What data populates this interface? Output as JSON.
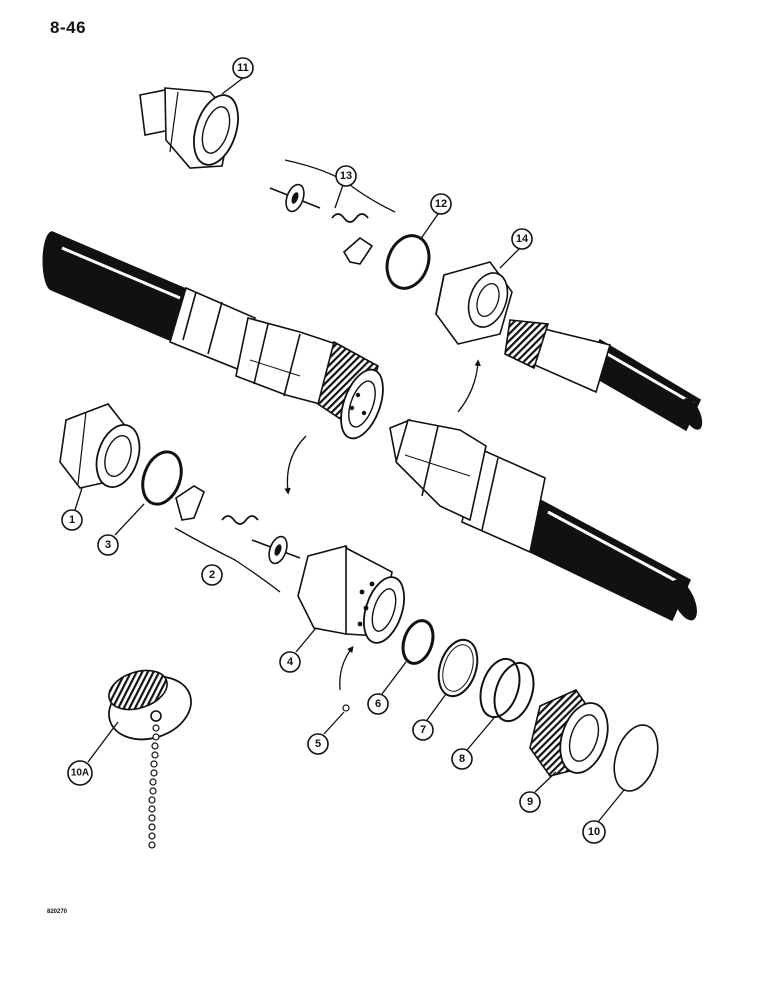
{
  "page": {
    "number": "8-46",
    "figure_code": "820270"
  },
  "callouts": [
    {
      "id": "c1",
      "label": "1"
    },
    {
      "id": "c2",
      "label": "2"
    },
    {
      "id": "c3",
      "label": "3"
    },
    {
      "id": "c4",
      "label": "4"
    },
    {
      "id": "c5",
      "label": "5"
    },
    {
      "id": "c6",
      "label": "6"
    },
    {
      "id": "c7",
      "label": "7"
    },
    {
      "id": "c8",
      "label": "8"
    },
    {
      "id": "c9",
      "label": "9"
    },
    {
      "id": "c10",
      "label": "10"
    },
    {
      "id": "c10a",
      "label": "10A"
    },
    {
      "id": "c11",
      "label": "11"
    },
    {
      "id": "c12",
      "label": "12"
    },
    {
      "id": "c13",
      "label": "13"
    },
    {
      "id": "c14",
      "label": "14"
    }
  ],
  "colors": {
    "ink": "#111111",
    "paper": "#ffffff",
    "shade": "#555555"
  }
}
